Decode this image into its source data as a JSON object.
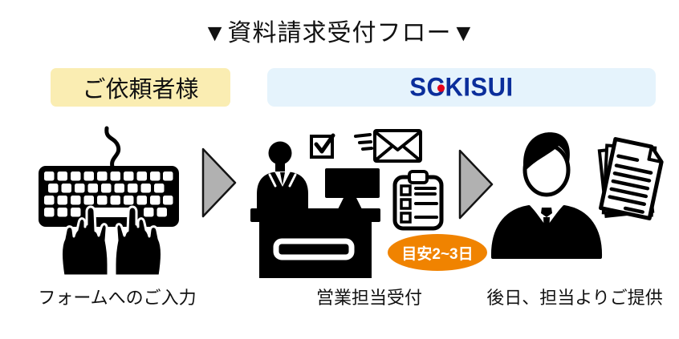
{
  "title": "▼資料請求受付フロー▼",
  "lanes": {
    "requester": {
      "label": "ご依頼者様",
      "bg_color": "#FAEDB2"
    },
    "company": {
      "brand": "SEKISUI",
      "bg_color": "#E5F3FC",
      "logo_parts": {
        "before": "S",
        "stylized_letter": "C",
        "after": "KISUI"
      },
      "logo_navy": "#0B2E9B",
      "logo_red_dot": "#E60019"
    }
  },
  "steps": [
    {
      "id": "form-input",
      "caption": "フォームへのご入力",
      "icon": "keyboard-typing-icon"
    },
    {
      "id": "sales-reception",
      "caption": "営業担当受付",
      "icon": "reception-desk-icon",
      "badge": "目安2~3日",
      "badge_color": "#F08300",
      "sub_icons": [
        "checkbox-icon",
        "mail-icon",
        "checklist-icon"
      ]
    },
    {
      "id": "delivery",
      "caption": "後日、担当よりご提供",
      "icon": "businessman-icon",
      "sub_icons": [
        "documents-icon"
      ]
    }
  ],
  "arrows": {
    "count": 2,
    "fill": "#B1B1B1",
    "stroke": "#141414"
  }
}
